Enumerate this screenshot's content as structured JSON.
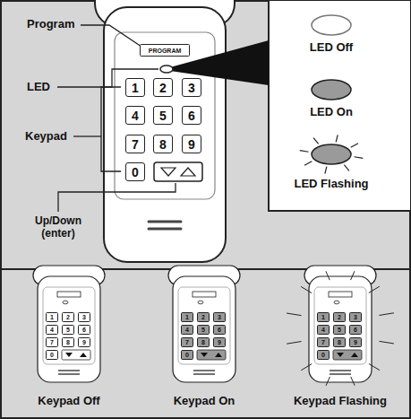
{
  "diagram": {
    "nodes": [
      {
        "text": [
          "PROGRAM"
        ]
      },
      {
        "text": [
          "1"
        ]
      },
      {
        "text": [
          "2"
        ]
      },
      {
        "text": [
          "3"
        ]
      },
      {
        "text": [
          "4"
        ]
      },
      {
        "text": [
          "5"
        ]
      },
      {
        "text": [
          "6"
        ]
      },
      {
        "text": [
          "7"
        ]
      },
      {
        "text": [
          "8"
        ]
      },
      {
        "text": [
          "9"
        ]
      },
      {
        "text": [
          "0"
        ]
      },
      {
        "text": [
          "1"
        ]
      },
      {
        "text": [
          "2"
        ]
      },
      {
        "text": [
          "3"
        ]
      },
      {
        "text": [
          "4"
        ]
      },
      {
        "text": [
          "5"
        ]
      },
      {
        "text": [
          "6"
        ]
      },
      {
        "text": [
          "7"
        ]
      },
      {
        "text": [
          "8"
        ]
      },
      {
        "text": [
          "9"
        ]
      },
      {
        "text": [
          "0"
        ]
      },
      {
        "text": [
          "1"
        ]
      },
      {
        "text": [
          "2"
        ]
      },
      {
        "text": [
          "3"
        ]
      },
      {
        "text": [
          "4"
        ]
      },
      {
        "text": [
          "5"
        ]
      },
      {
        "text": [
          "6"
        ]
      },
      {
        "text": [
          "7"
        ]
      },
      {
        "text": [
          "8"
        ]
      },
      {
        "text": [
          "9"
        ]
      },
      {
        "text": [
          "0"
        ]
      },
      {
        "text": [
          "1"
        ]
      },
      {
        "text": [
          "2"
        ]
      },
      {
        "text": [
          "3"
        ]
      },
      {
        "text": [
          "4"
        ]
      },
      {
        "text": [
          "5"
        ]
      },
      {
        "text": [
          "6"
        ]
      },
      {
        "text": [
          "7"
        ]
      },
      {
        "text": [
          "8"
        ]
      },
      {
        "text": [
          "9"
        ]
      },
      {
        "text": [
          "0"
        ]
      }
    ],
    "labels": [
      "Program",
      "LED",
      "Keypad",
      "Up/Down (enter)",
      "LED Off",
      "LED On",
      "LED Flashing",
      "Keypad Off",
      "Keypad On",
      "Keypad Flashing"
    ]
  }
}
